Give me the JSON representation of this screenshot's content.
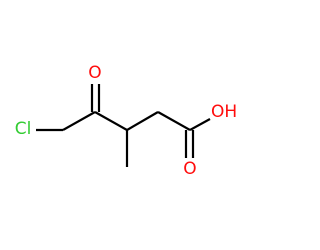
{
  "molecule": {
    "atoms": {
      "chlorine": {
        "symbol": "Cl",
        "color": "#33cc33"
      },
      "ketone_oxygen": {
        "symbol": "O",
        "color": "#ff0d0d"
      },
      "carbonyl_oxygen": {
        "symbol": "O",
        "color": "#ff0d0d"
      },
      "hydroxyl": {
        "symbol": "OH",
        "color": "#ff0d0d"
      }
    },
    "bond_color": "#000000"
  }
}
